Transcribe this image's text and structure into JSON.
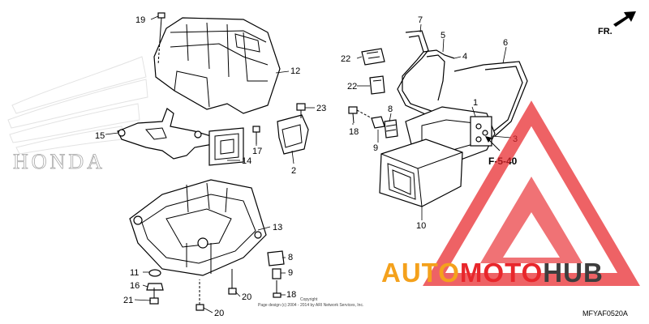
{
  "diagram": {
    "direction_label": "FR.",
    "reference_label": "F-5-40",
    "drawing_code": "MFYAF0520A",
    "copyright_lines": [
      "Copyright",
      "Page design (c) 2004 - 2014 by ARI Network Services, Inc."
    ],
    "callouts": {
      "c19": "19",
      "c12": "12",
      "c15": "15",
      "c17": "17",
      "c14": "14",
      "c2": "2",
      "c23": "23",
      "c13": "13",
      "c11": "11",
      "c16": "16",
      "c21": "21",
      "c20a": "20",
      "c20b": "20",
      "c8a": "8",
      "c9a": "9",
      "c18a": "18",
      "c22a": "22",
      "c22b": "22",
      "c7": "7",
      "c5": "5",
      "c4": "4",
      "c6": "6",
      "c8b": "8",
      "c18b": "18",
      "c9b": "9",
      "c1": "1",
      "c3": "3",
      "c10": "10"
    }
  },
  "watermark": {
    "brand_left": "HONDA",
    "brand_word_a": "AUTO",
    "brand_word_b": "MOTO",
    "brand_word_c": "HUB",
    "colors": {
      "orange": "#f4a11c",
      "red": "#e8262b",
      "dark": "#3d3d3d"
    }
  }
}
